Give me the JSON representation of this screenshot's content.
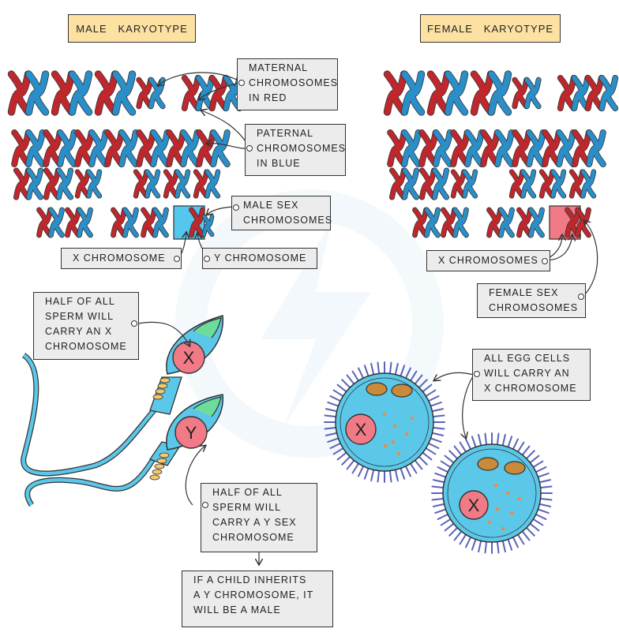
{
  "titles": {
    "male": "MALE   KARYOTYPE",
    "female": "FEMALE   KARYOTYPE"
  },
  "labels": {
    "maternal": "MATERNAL\nCHROMOSOMES\nIN RED",
    "paternal": "PATERNAL\nCHROMOSOMES\nIN BLUE",
    "male_sex": "MALE  SEX\nCHROMOSOMES",
    "x_chromosome": "X  CHROMOSOME",
    "y_chromosome": "Y  CHROMOSOME",
    "x_chromosomes": "X  CHROMOSOMES",
    "female_sex": "FEMALE    SEX\nCHROMOSOMES",
    "sperm_x": "HALF  OF  ALL\nSPERM   WILL\nCARRY   AN   X\nCHROMOSOME",
    "sperm_y": "HALF  OF  ALL\nSPERM  WILL\nCARRY  A  Y  SEX\nCHROMOSOME",
    "egg": "ALL    EGG  CELLS\nWILL   CARRY  AN\nX   CHROMOSOME",
    "child": "IF  A  CHILD  INHERITS\nA  Y  CHROMOSOME,  IT\nWILL  BE  A  MALE"
  },
  "cell_letters": {
    "sperm_x": "X",
    "sperm_y": "Y",
    "egg_1": "X",
    "egg_2": "X"
  },
  "colors": {
    "maternal": "#c0272d",
    "paternal": "#2a8fc9",
    "cell_fill": "#5bc8ea",
    "nucleus": "#f07a85",
    "male_sex_box": "#55c6ec",
    "female_sex_box": "#f07a85",
    "title_fill": "#fde1a3",
    "label_fill": "#ececec"
  }
}
